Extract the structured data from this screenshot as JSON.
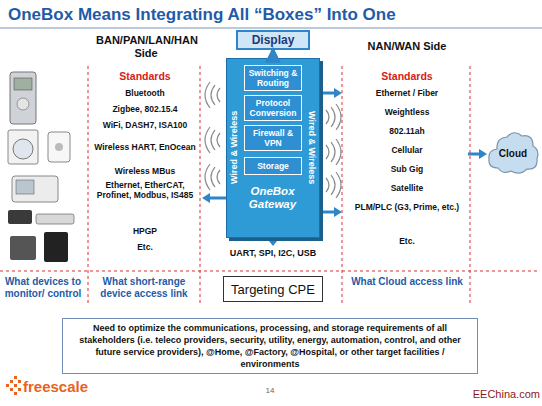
{
  "diagram": {
    "title": "OneBox Means Integrating All “Boxes” Into One",
    "nodes": [
      {
        "text": [
          "Display"
        ]
      },
      {
        "text": [
          "Wired & Wireless",
          "OneBox Gateway",
          "Wired & Wireless"
        ]
      },
      {
        "text": [
          "Switching & Routing"
        ],
        "in": 1
      },
      {
        "text": [
          "Protocol Conversion"
        ],
        "in": 1
      },
      {
        "text": [
          "Firewall & VPN"
        ],
        "in": 1
      },
      {
        "text": [
          "Storage"
        ],
        "in": 1
      },
      {
        "text": [
          "Cloud"
        ]
      },
      {
        "text": [
          "Targeting CPE"
        ]
      },
      {
        "text": [
          "Need to optimize the communications, processing, and storage requirements of all stakeholders (i.e. teleco providers, security, utility, energy, automation, control, and other future service providers), @Home, @Factory, @Hospital, or other target facilities / environments"
        ]
      }
    ],
    "edges": [
      {
        "from": 1,
        "to": 0,
        "arrow": "to"
      }
    ],
    "labels": [
      "BAN/PAN/LAN/HAN Side",
      "Standards",
      "Bluetooth",
      "Zigbee, 802.15.4",
      "WiFi, DASH7, ISA100",
      "Wireless HART, EnOcean",
      "Wireless MBus",
      "Ethernet, EtherCAT, Profinet, Modbus, IS485",
      "HPGP",
      "Etc.",
      "NAN/WAN Side",
      "Standards",
      "Ethernet / Fiber",
      "Weightless",
      "802.11ah",
      "Cellular",
      "Sub Gig",
      "Satellite",
      "PLM/PLC (G3, Prime, etc.)",
      "Etc.",
      "UART, SPI, I2C, USB",
      "What devices to monitor/ control",
      "What short-range device access link",
      "What Cloud access link",
      "freescale",
      "14",
      "EEChina.com"
    ]
  }
}
